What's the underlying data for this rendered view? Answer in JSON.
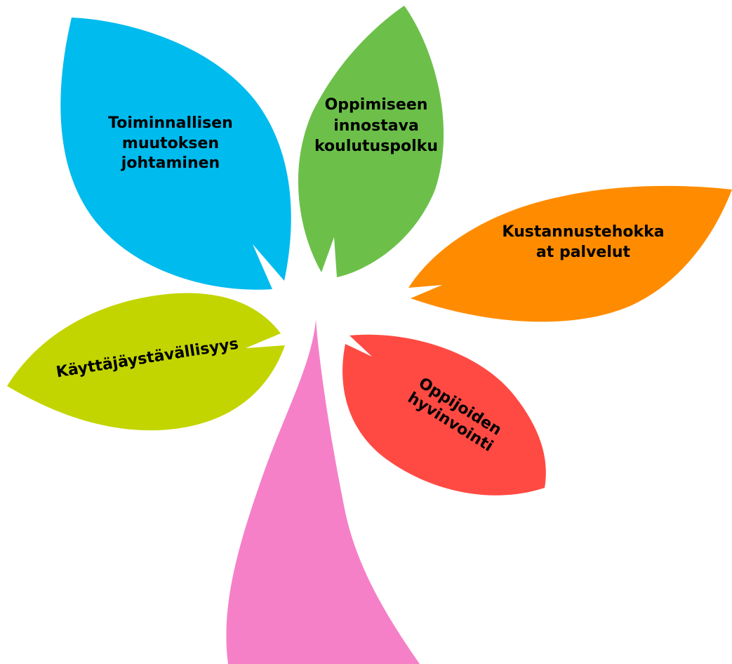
{
  "petals": {
    "blue": {
      "label": "Toiminnallisen\nmuutoksen\njohtaminen",
      "color": "#00BBEE"
    },
    "green": {
      "label": "Oppimiseen\ninnostava\nkoulutuspolku",
      "color": "#6CC04A"
    },
    "orange": {
      "label": "Kustannustehokka\nat palvelut",
      "color": "#FF8C00"
    },
    "yellow": {
      "label": "Käyttäjäystävällisyys",
      "color": "#C3D500"
    },
    "red": {
      "label": "Oppijoiden\nhyvinvointi",
      "color": "#FF4A43"
    }
  },
  "stem": {
    "color": "#F580C8"
  }
}
